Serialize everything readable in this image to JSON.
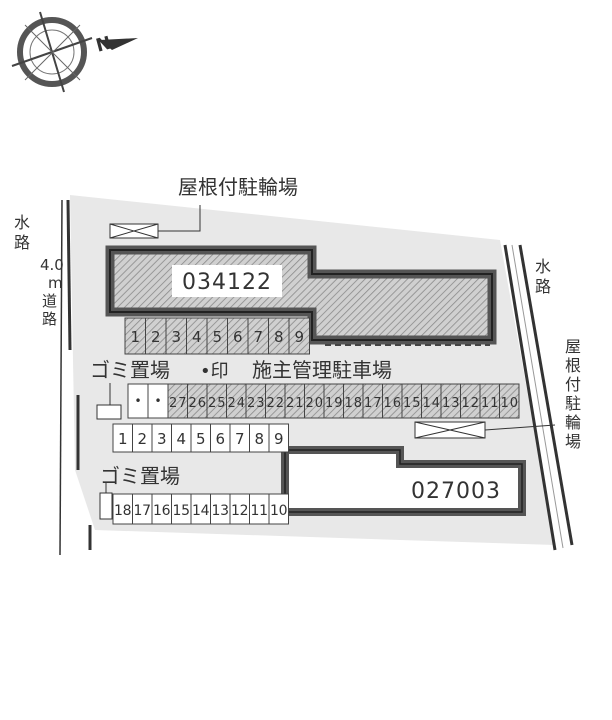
{
  "compass": {
    "north_label": "N"
  },
  "labels": {
    "roof_bike_top": "屋根付駐輪場",
    "water_left": [
      "水",
      "路"
    ],
    "road_width": [
      "4.0",
      "m",
      "道",
      "路"
    ],
    "water_right": [
      "水",
      "路"
    ],
    "roof_bike_right": [
      "屋",
      "根",
      "付",
      "駐",
      "輪",
      "場"
    ],
    "garbage_1": "ゴミ置場",
    "mark_note": "•印",
    "owner_parking": "施主管理駐車場",
    "garbage_2": "ゴミ置場"
  },
  "buildings": {
    "north": "034122",
    "south": "027003"
  },
  "parking": {
    "row_a": [
      "1",
      "2",
      "3",
      "4",
      "5",
      "6",
      "7",
      "8",
      "9"
    ],
    "row_b": [
      "27",
      "26",
      "25",
      "24",
      "23",
      "22",
      "21",
      "20",
      "19",
      "18",
      "17",
      "16",
      "15",
      "14",
      "13",
      "12",
      "11",
      "10"
    ],
    "row_b_marked": [
      "•",
      "•"
    ],
    "row_c": [
      "1",
      "2",
      "3",
      "4",
      "5",
      "6",
      "7",
      "8",
      "9"
    ],
    "row_d": [
      "18",
      "17",
      "16",
      "15",
      "14",
      "13",
      "12",
      "11",
      "10"
    ]
  },
  "colors": {
    "site": "#e8e8e8",
    "building": "#444444",
    "hatch": "#9a9a9a"
  }
}
